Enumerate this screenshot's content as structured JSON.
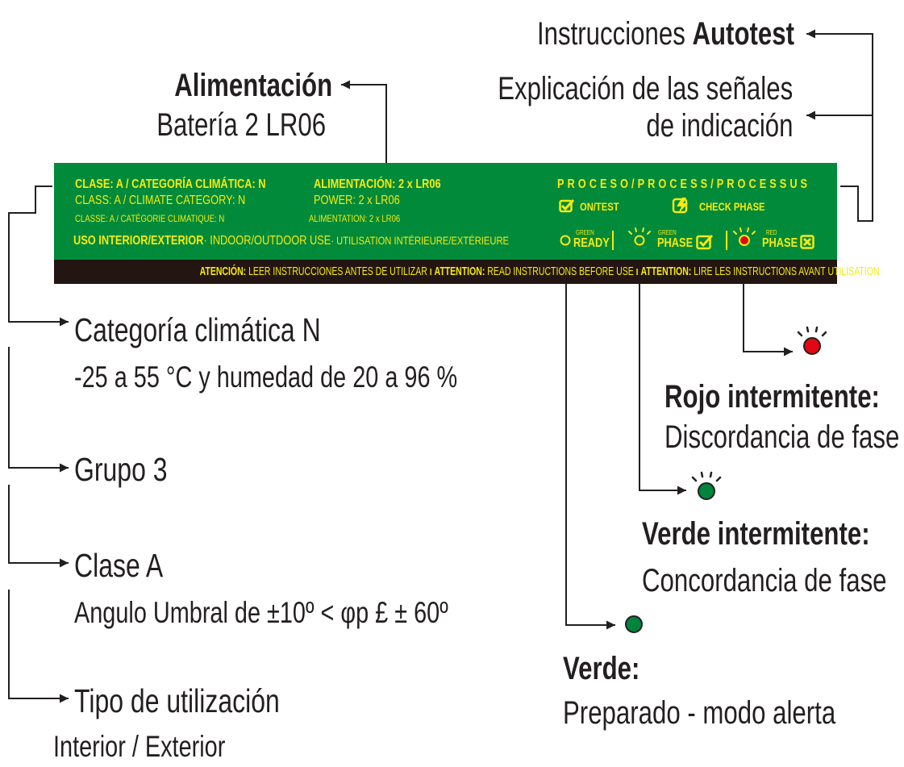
{
  "callouts": {
    "autotest": {
      "prefix": "Instrucciones ",
      "strong": "Autotest"
    },
    "signals": {
      "line1": "Explicación de las señales",
      "line2": "de indicación"
    },
    "power": {
      "title": "Alimentación",
      "value": "Batería 2 LR06"
    },
    "climate": {
      "title": "Categoría climática N",
      "value": "-25 a 55 °C y humedad de 20 a 96 %"
    },
    "group": {
      "title": "Grupo 3"
    },
    "class": {
      "title": "Clase A",
      "value": "Angulo Umbral de ±10º < φp £ ± 60º"
    },
    "usage": {
      "title": "Tipo de  utilización",
      "value": "Interior / Exterior"
    },
    "red_led": {
      "title": "Rojo intermitente:",
      "value": "Discordancia de fase"
    },
    "green_blink": {
      "title": "Verde intermitente:",
      "value": "Concordancia de fase"
    },
    "green": {
      "title": "Verde:",
      "value": "Preparado - modo alerta"
    }
  },
  "label": {
    "class_es": "CLASE: A / CATEGORÍA CLIMÁTICA: N",
    "class_en": "CLASS: A / CLIMATE CATEGORY: N",
    "class_fr": "CLASSE: A / CATÉGORIE CLIMATIQUE: N",
    "power_es": "ALIMENTACIÓN: 2 x LR06",
    "power_en": "POWER: 2 x LR06",
    "power_fr": "ALIMENTATION: 2 x LR06",
    "usage_es": "USO INTERIOR/EXTERIOR",
    "usage_en": "· INDOOR/OUTDOOR USE",
    "usage_fr": "· UTILISATION INTÉRIEURE/EXTÉRIEURE",
    "process": "PROCESO/PROCESS/PROCESSUS",
    "on_test": "ON/TEST",
    "check_phase": "CHECK PHASE",
    "ready_small": "GREEN",
    "ready": "READY",
    "green_small": "GREEN",
    "phase_green": "PHASE",
    "red_small": "RED",
    "phase_red": "PHASE",
    "warning": {
      "a1": "ATENCIÓN:",
      "t1": " LEER INSTRUCCIONES ANTES DE UTILIZAR ",
      "a2": "ATTENTION:",
      "t2": " READ INSTRUCTIONS BEFORE USE ",
      "a3": "ATTENTION:",
      "t3": " LIRE LES INSTRUCTIONS AVANT UTILISATION",
      "sep": "ı"
    }
  },
  "colors": {
    "label_green": "#008a3a",
    "label_dark": "#231512",
    "label_text": "#f5ea14",
    "led_red": "#e30613",
    "led_green": "#00843d"
  },
  "icons": [
    "arrow-right-icon",
    "arrow-left-icon",
    "led-icon",
    "checkbox-check-icon",
    "checkbox-cross-icon",
    "lightning-icon"
  ]
}
